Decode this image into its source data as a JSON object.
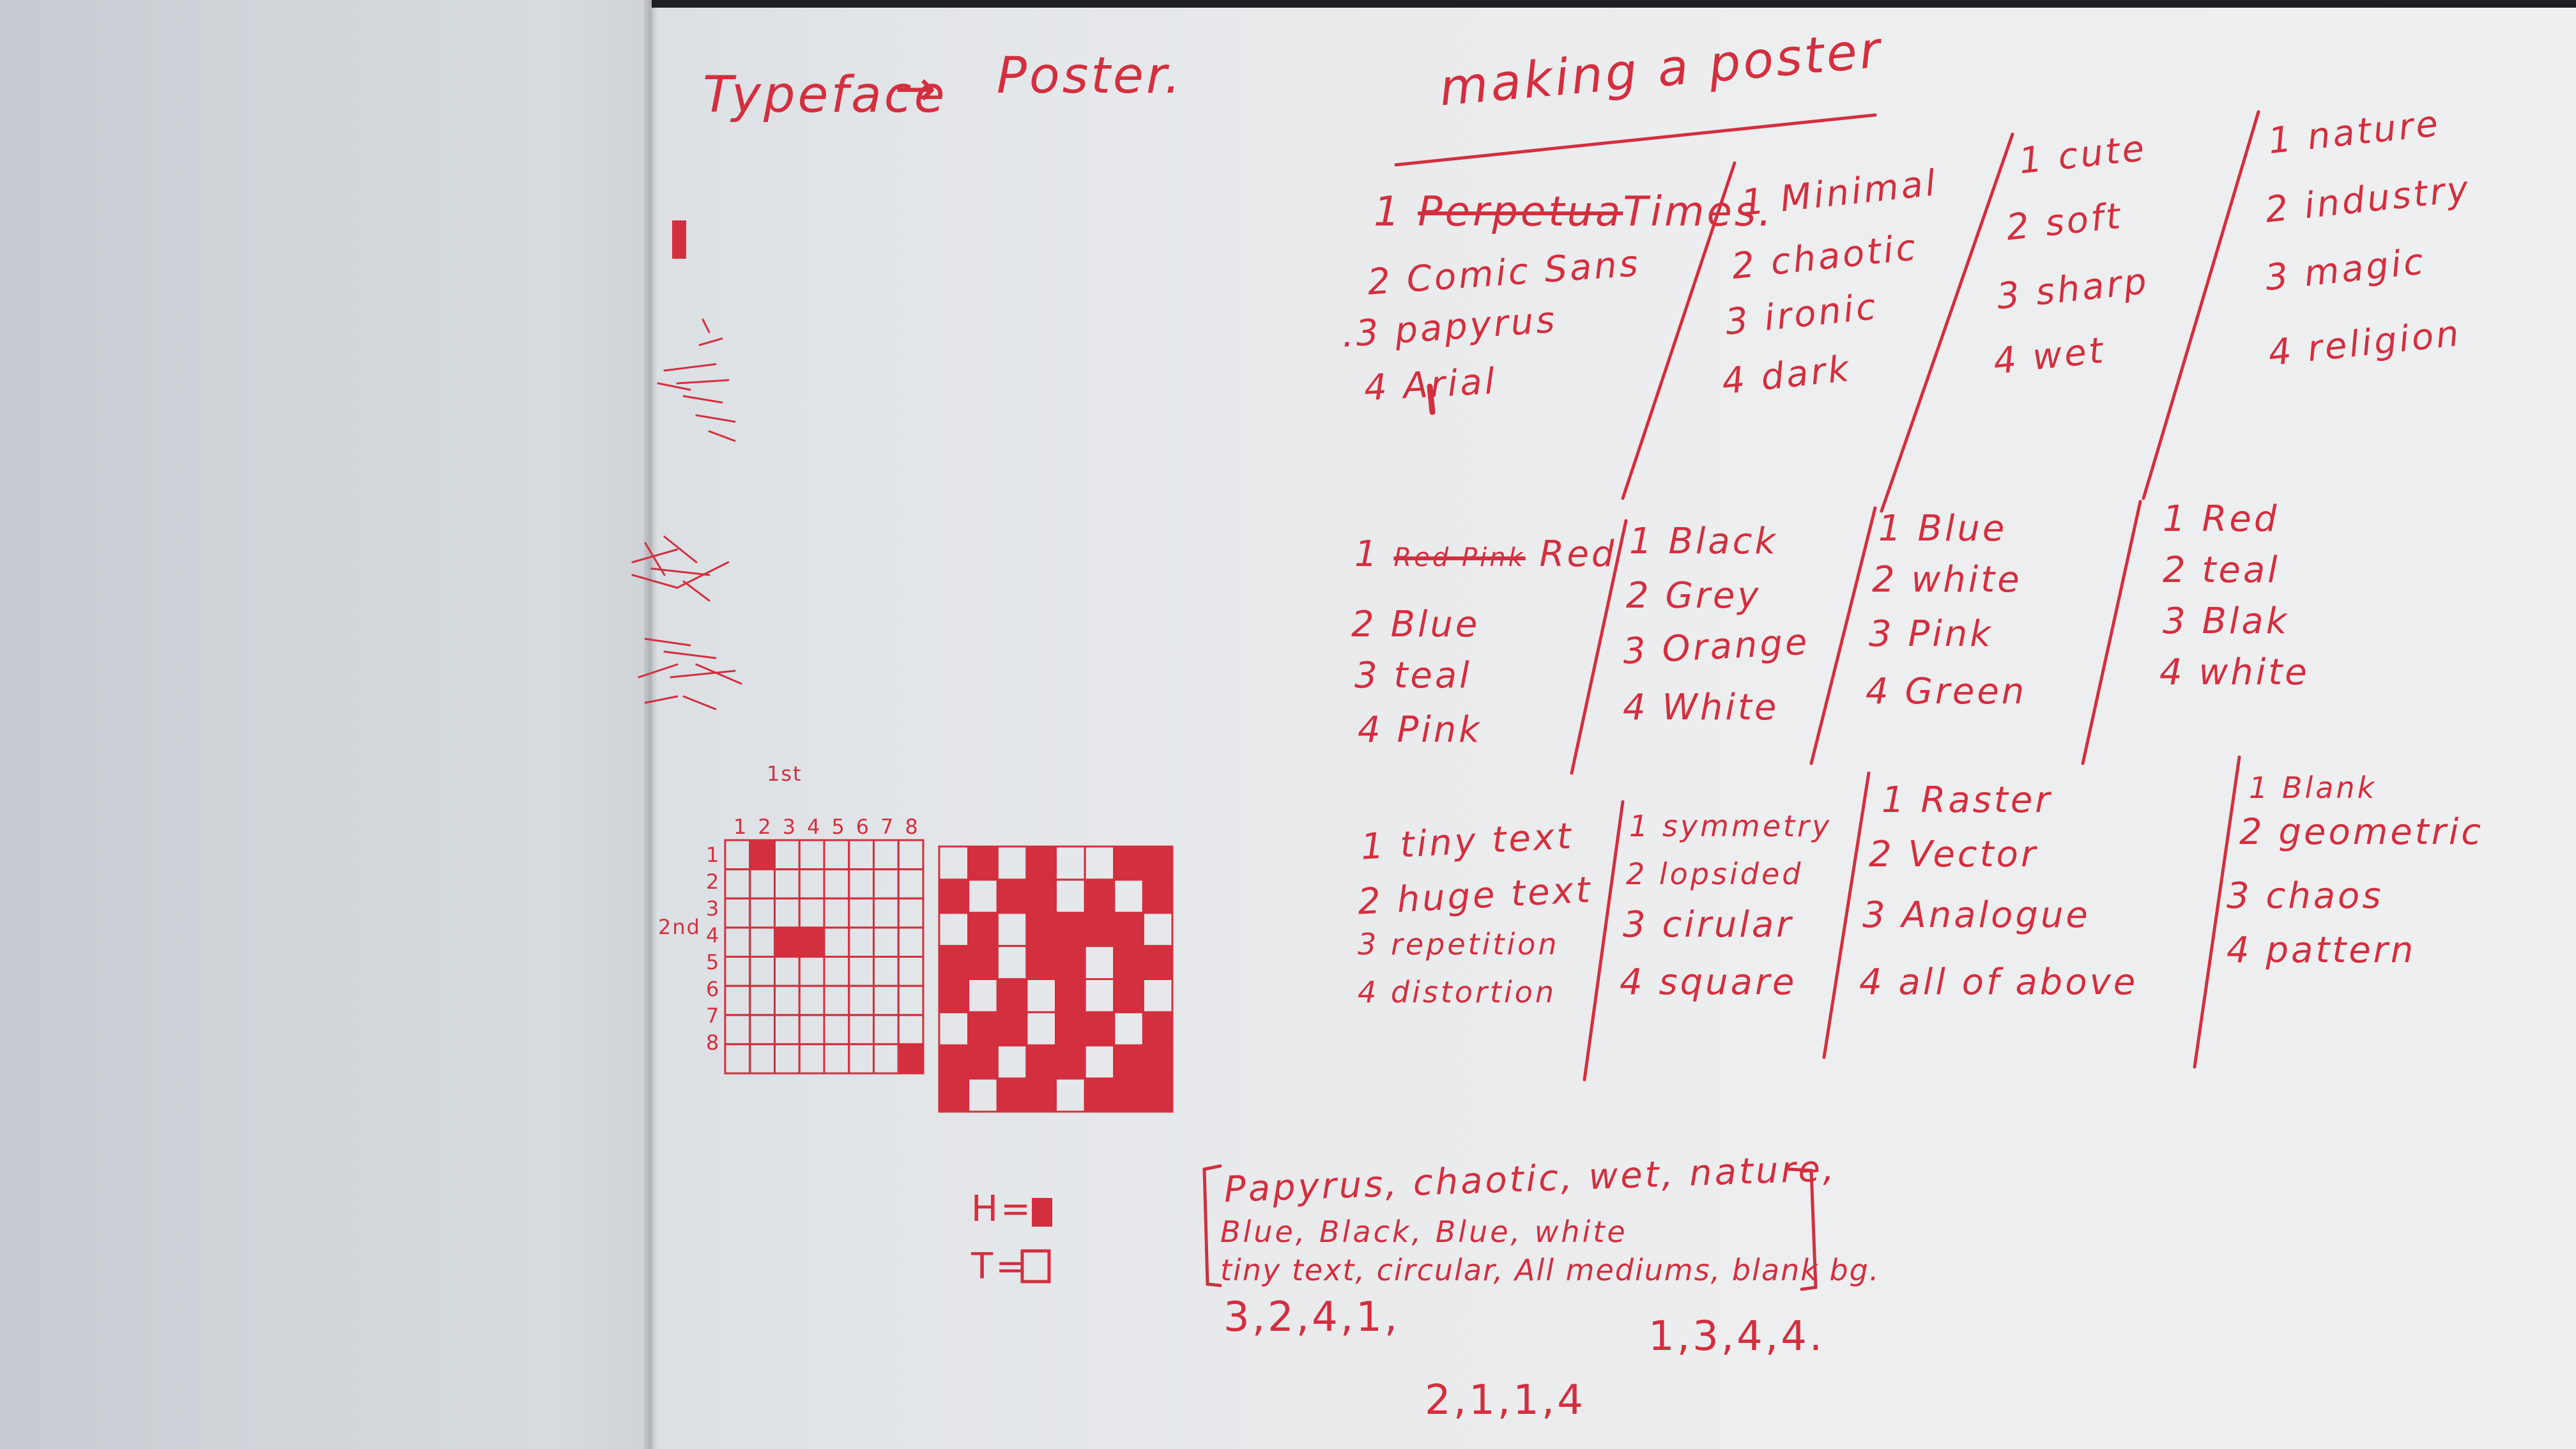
{
  "title": {
    "left": "Typeface",
    "arrow": "→",
    "right": "Poster."
  },
  "heading": "making a poster",
  "row1": {
    "col1": [
      {
        "num": "1",
        "struck": "Perpetua",
        "text": "Times."
      },
      {
        "num": "2",
        "text": "Comic Sans"
      },
      {
        "num": ".3",
        "text": "papyrus"
      },
      {
        "num": "4",
        "text": "Arial"
      }
    ],
    "col2": [
      {
        "num": "1",
        "text": "Minimal"
      },
      {
        "num": "2",
        "text": "chaotic"
      },
      {
        "num": "3",
        "text": "ironic"
      },
      {
        "num": "4",
        "text": "dark"
      }
    ],
    "col3": [
      {
        "num": "1",
        "text": "cute"
      },
      {
        "num": "2",
        "text": "soft"
      },
      {
        "num": "3",
        "text": "sharp"
      },
      {
        "num": "4",
        "text": "wet"
      }
    ],
    "col4": [
      {
        "num": "1",
        "text": "nature"
      },
      {
        "num": "2",
        "text": "industry"
      },
      {
        "num": "3",
        "text": "magic"
      },
      {
        "num": "4",
        "text": "religion"
      }
    ]
  },
  "row2": {
    "col1": [
      {
        "num": "1",
        "struck": "Red Pink",
        "text": "Red"
      },
      {
        "num": "2",
        "text": "Blue"
      },
      {
        "num": "3",
        "text": "teal"
      },
      {
        "num": "4",
        "text": "Pink"
      }
    ],
    "col2": [
      {
        "num": "1",
        "text": "Black"
      },
      {
        "num": "2",
        "text": "Grey"
      },
      {
        "num": "3",
        "text": "Orange"
      },
      {
        "num": "4",
        "text": "White"
      }
    ],
    "col3": [
      {
        "num": "1",
        "text": "Blue"
      },
      {
        "num": "2",
        "text": "white"
      },
      {
        "num": "3",
        "text": "Pink"
      },
      {
        "num": "4",
        "text": "Green"
      }
    ],
    "col4": [
      {
        "num": "1",
        "text": "Red"
      },
      {
        "num": "2",
        "text": "teal"
      },
      {
        "num": "3",
        "text": "Blak"
      },
      {
        "num": "4",
        "text": "white"
      }
    ]
  },
  "row3": {
    "col1": [
      {
        "num": "1",
        "text": "tiny text"
      },
      {
        "num": "2",
        "text": "huge text"
      },
      {
        "num": "3",
        "text": "repetition"
      },
      {
        "num": "4",
        "text": "distortion"
      }
    ],
    "col2": [
      {
        "num": "1",
        "text": "symmetry"
      },
      {
        "num": "2",
        "text": "lopsided"
      },
      {
        "num": "3",
        "text": "cirular"
      },
      {
        "num": "4",
        "text": "square"
      }
    ],
    "col3": [
      {
        "num": "1",
        "text": "Raster"
      },
      {
        "num": "2",
        "text": "Vector"
      },
      {
        "num": "3",
        "text": "Analogue"
      },
      {
        "num": "4",
        "text": "all of above"
      }
    ],
    "col4": [
      {
        "num": "1",
        "text": "Blank"
      },
      {
        "num": "2",
        "text": "geometric"
      },
      {
        "num": "3",
        "text": "chaos"
      },
      {
        "num": "4",
        "text": "pattern"
      }
    ]
  },
  "grid": {
    "first_label": "1st",
    "second_label": "2nd",
    "col_numbers": "12345678",
    "row_numbers": [
      "1",
      "2",
      "3",
      "4",
      "5",
      "6",
      "7",
      "8"
    ]
  },
  "legend": {
    "h": "H=",
    "t": "T="
  },
  "summary": {
    "line1": "Papyrus, chaotic, wet, nature,",
    "line2": "Blue, Black, Blue, white",
    "line3": "tiny text, circular, All mediums, blank bg."
  },
  "sequences": {
    "a": "3,2,4,1,",
    "b": "1,3,4,4.",
    "c": "2,1,1,4"
  },
  "ink_color": "#d32f3f"
}
